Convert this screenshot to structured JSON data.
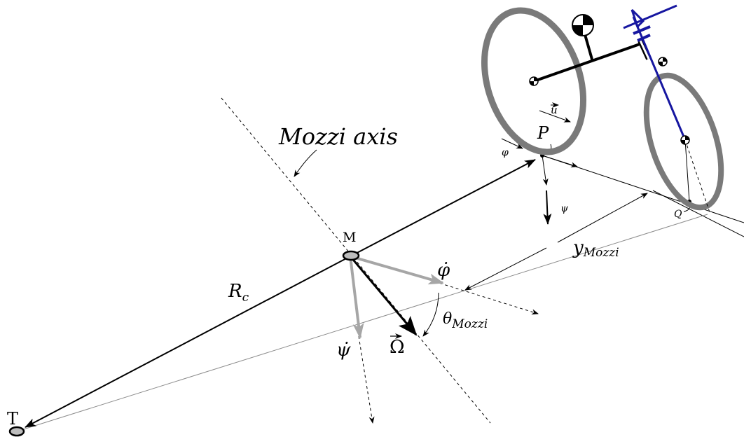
{
  "labels": {
    "mozzi_axis": "Mozzi axis",
    "point_M": "M",
    "point_T": "T",
    "point_P": "P",
    "point_Q": "Q",
    "radius": "R",
    "radius_sub": "c",
    "phi_dot": "φ̇",
    "psi_dot": "ψ̇",
    "omega": "Ω",
    "omega_arrow": "⃗",
    "phi": "φ",
    "psi": "ψ",
    "u_vec": "u",
    "u_arrow": "⃗",
    "y_main": "y",
    "y_sub": "Mozzi",
    "theta_main": "θ",
    "theta_sub": "Mozzi"
  },
  "colors": {
    "black": "#000000",
    "grey_arrow": "#a6a6a6",
    "wheel": "#7a7a7a",
    "front_fork": "#1616a0",
    "thin_grey": "#8c8c8c"
  },
  "icons": {
    "center_of_mass": "checkered-circle-icon",
    "wheel_hub": "checkered-circle-icon"
  }
}
